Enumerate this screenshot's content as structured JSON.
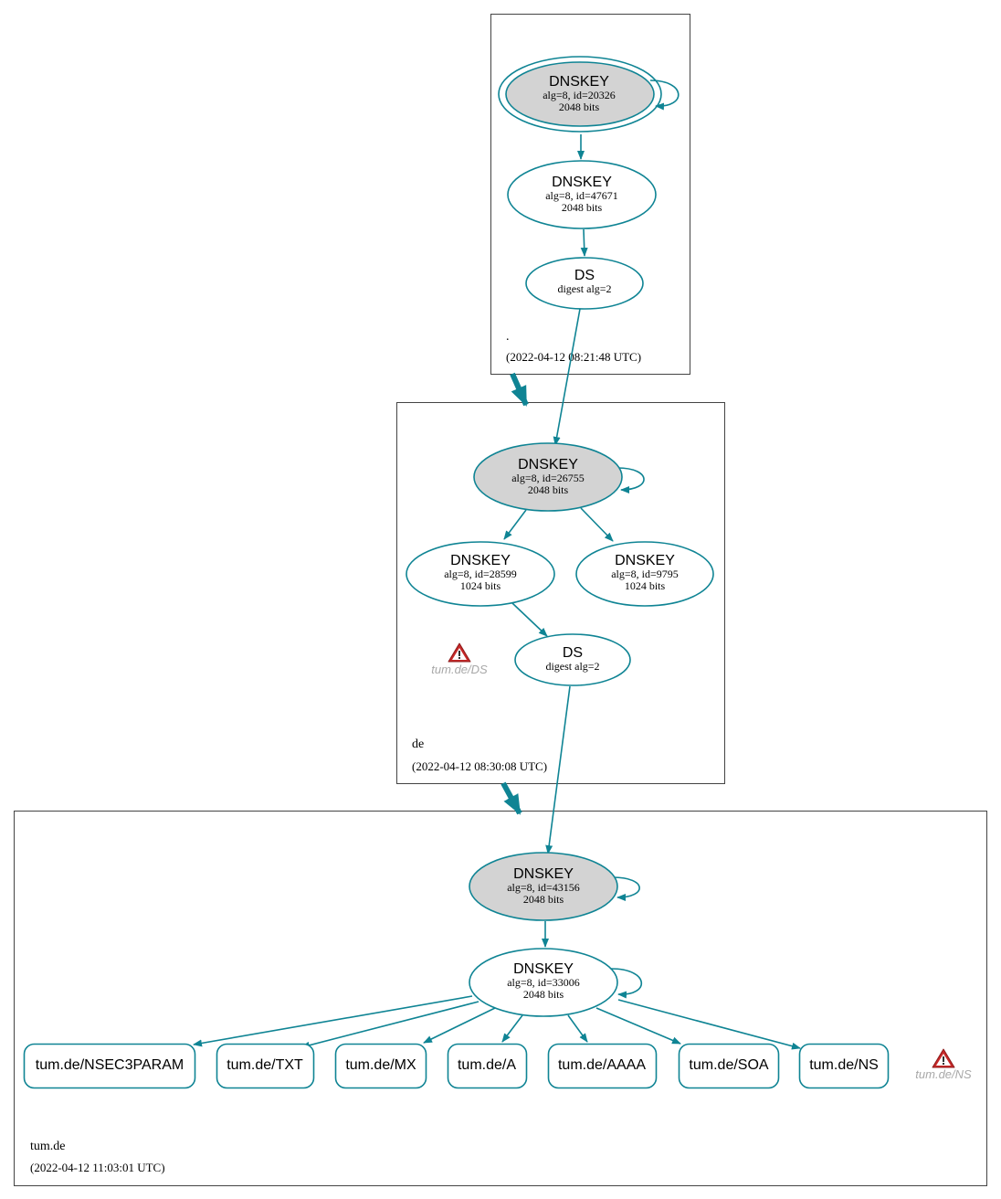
{
  "colors": {
    "edge": "#0f8494",
    "node_fill_ksk": "#d3d3d3",
    "warning": "#c62828"
  },
  "zones": {
    "root": {
      "name": ".",
      "timestamp": "(2022-04-12 08:21:48 UTC)"
    },
    "de": {
      "name": "de",
      "timestamp": "(2022-04-12 08:30:08 UTC)"
    },
    "tum": {
      "name": "tum.de",
      "timestamp": "(2022-04-12 11:03:01 UTC)"
    }
  },
  "nodes": {
    "root_ksk": {
      "title": "DNSKEY",
      "line1": "alg=8, id=20326",
      "line2": "2048 bits"
    },
    "root_zsk": {
      "title": "DNSKEY",
      "line1": "alg=8, id=47671",
      "line2": "2048 bits"
    },
    "root_ds": {
      "title": "DS",
      "line1": "digest alg=2"
    },
    "de_ksk": {
      "title": "DNSKEY",
      "line1": "alg=8, id=26755",
      "line2": "2048 bits"
    },
    "de_zsk1": {
      "title": "DNSKEY",
      "line1": "alg=8, id=28599",
      "line2": "1024 bits"
    },
    "de_zsk2": {
      "title": "DNSKEY",
      "line1": "alg=8, id=9795",
      "line2": "1024 bits"
    },
    "de_ds": {
      "title": "DS",
      "line1": "digest alg=2"
    },
    "tum_ksk": {
      "title": "DNSKEY",
      "line1": "alg=8, id=43156",
      "line2": "2048 bits"
    },
    "tum_zsk": {
      "title": "DNSKEY",
      "line1": "alg=8, id=33006",
      "line2": "2048 bits"
    }
  },
  "rrsets": [
    "tum.de/NSEC3PARAM",
    "tum.de/TXT",
    "tum.de/MX",
    "tum.de/A",
    "tum.de/AAAA",
    "tum.de/SOA",
    "tum.de/NS"
  ],
  "warnings": {
    "de_ds": "tum.de/DS",
    "tum_ns": "tum.de/NS"
  }
}
